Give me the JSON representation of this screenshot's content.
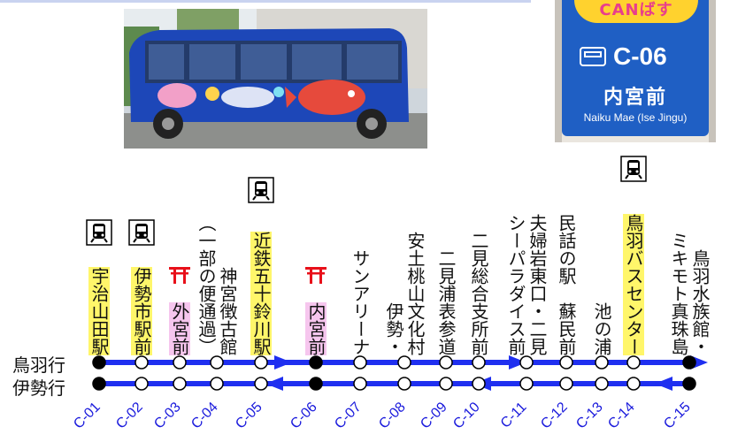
{
  "sign": {
    "logo": "CANばす",
    "code": "C-06",
    "name_jp": "内宮前",
    "name_en": "Naiku Mae (Ise Jingu)"
  },
  "directions": [
    "鳥羽行",
    "伊勢行"
  ],
  "colors": {
    "route": "#1f2ff0",
    "code_text": "#1a1adc",
    "station_highlight": "#fff66a",
    "shrine_highlight": "#f6c6ee",
    "torii": "#e8101a"
  },
  "stops": [
    {
      "code": "C-01",
      "lines": [
        "宇治山田駅"
      ],
      "highlight": "yellow",
      "icon": "train-icon",
      "major": true
    },
    {
      "code": "C-02",
      "lines": [
        "伊勢市駅前"
      ],
      "highlight": "yellow",
      "icon": "train-icon",
      "major": false
    },
    {
      "code": "C-03",
      "lines": [
        "外宮前"
      ],
      "highlight": "pink",
      "icon": "torii-icon",
      "major": false
    },
    {
      "code": "C-04",
      "lines": [
        "神宮徴古館",
        "（一部の便通過）"
      ],
      "highlight": "none",
      "icon": "",
      "major": false
    },
    {
      "code": "C-05",
      "lines": [
        "近鉄五十鈴川駅"
      ],
      "highlight": "yellow",
      "icon": "train-icon",
      "major": false
    },
    {
      "code": "C-06",
      "lines": [
        "内宮前"
      ],
      "highlight": "pink",
      "icon": "torii-icon",
      "major": true
    },
    {
      "code": "C-07",
      "lines": [
        "サンアリーナ"
      ],
      "highlight": "none",
      "icon": "",
      "major": false
    },
    {
      "code": "C-08",
      "lines": [
        "安土桃山文化村",
        "伊勢・"
      ],
      "highlight": "none",
      "icon": "",
      "major": false
    },
    {
      "code": "C-09",
      "lines": [
        "二見浦表参道"
      ],
      "highlight": "none",
      "icon": "",
      "major": false
    },
    {
      "code": "C-10",
      "lines": [
        "二見総合支所前"
      ],
      "highlight": "none",
      "icon": "",
      "major": false
    },
    {
      "code": "C-11",
      "lines": [
        "夫婦岩東口・二見",
        "シーパラダイス前"
      ],
      "highlight": "none",
      "icon": "",
      "major": false
    },
    {
      "code": "C-12",
      "lines": [
        "民話の駅　蘇民前"
      ],
      "highlight": "none",
      "icon": "",
      "major": false
    },
    {
      "code": "C-13",
      "lines": [
        "池の浦"
      ],
      "highlight": "none",
      "icon": "",
      "major": false
    },
    {
      "code": "C-14",
      "lines": [
        "鳥羽バスセンター"
      ],
      "highlight": "yellow",
      "icon": "train-icon",
      "major": false
    },
    {
      "code": "C-15",
      "lines": [
        "鳥羽水族館・",
        "ミキモト真珠島"
      ],
      "highlight": "none",
      "icon": "",
      "major": true
    }
  ]
}
